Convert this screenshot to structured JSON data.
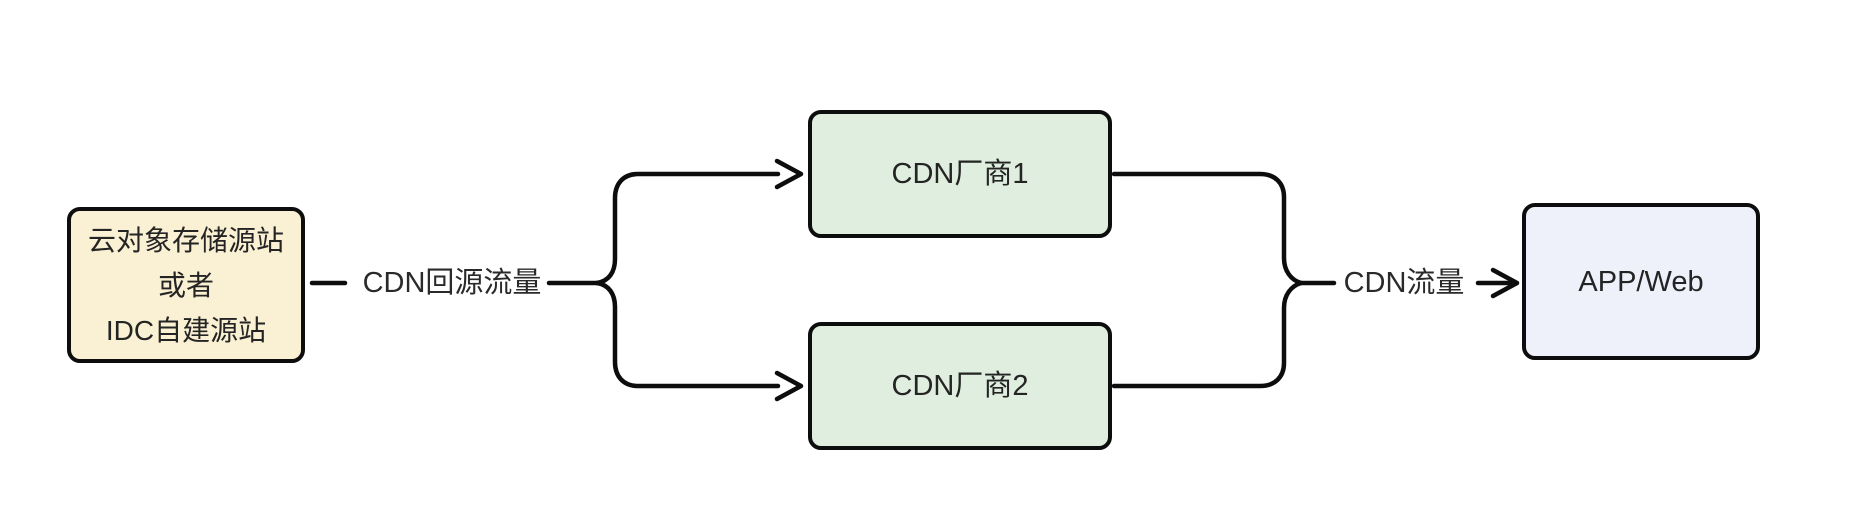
{
  "diagram": {
    "nodes": {
      "origin": {
        "lines": [
          "云对象存储源站",
          "或者",
          "IDC自建源站"
        ],
        "fill": "#faf0d3"
      },
      "cdn1": {
        "label": "CDN厂商1",
        "fill": "#dfeede"
      },
      "cdn2": {
        "label": "CDN厂商2",
        "fill": "#dfeede"
      },
      "app": {
        "label": "APP/Web",
        "fill": "#eef1fa"
      }
    },
    "edge_labels": {
      "origin_to_cdn": "CDN回源流量",
      "cdn_to_app": "CDN流量"
    },
    "colors": {
      "background": "#ffffff",
      "stroke": "#0d0d0d",
      "text": "#242424"
    }
  }
}
